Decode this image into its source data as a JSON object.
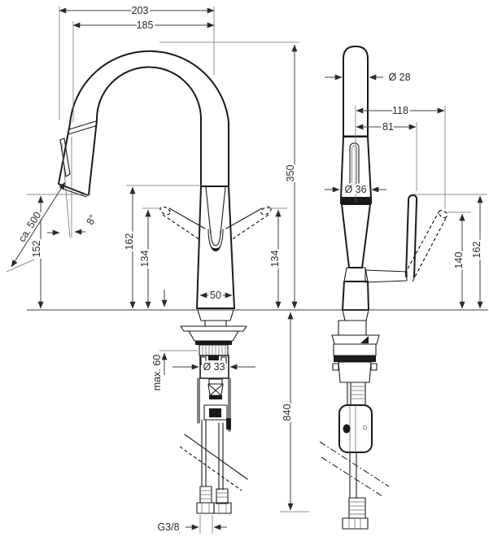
{
  "colors": {
    "background": "#ffffff",
    "line": "#1a1a1a",
    "dimension": "#3c3c3c"
  },
  "labels": {
    "reach_full": "203",
    "reach_aerator": "185",
    "spout_height": "350",
    "height_below_deck": "840",
    "side_height_162": "162",
    "side_height_134": "134",
    "spray_outlet_height": "152",
    "hose_length": "ca. 500",
    "spray_angle": "8°",
    "base_width": "50",
    "max_deck_thickness": "max. 60",
    "shank_diameter": "Ø 33",
    "supply_thread": "G3/8",
    "spout_diameter": "Ø 28",
    "handle_reach_raised": "118",
    "handle_reach": "81",
    "body_diameter": "Ø 36",
    "handle_height_front": "140",
    "handle_raised_height_front": "162"
  }
}
